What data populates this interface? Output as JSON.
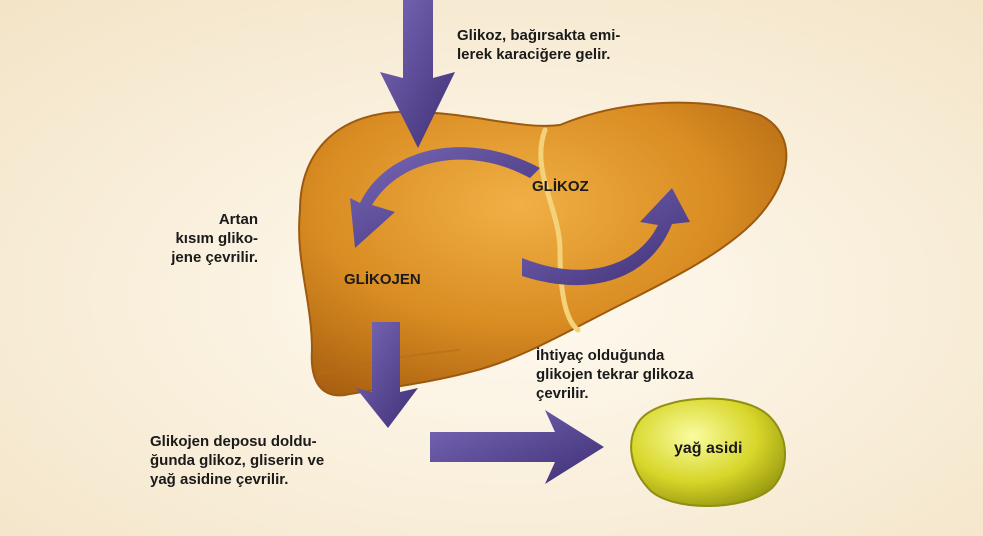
{
  "annotations": {
    "intake": "Glikoz, bağırsakta emi-\nlerek karaciğere gelir.",
    "excess": "Artan\nkısım gliko-\njene çevrilir.",
    "need": "İhtiyaç olduğunda\nglikojen tekrar glikoza\nçevrilir.",
    "full": "Glikojen deposu doldu-\nğunda glikoz, gliserin ve\nyağ asidine çevrilir."
  },
  "liver_labels": {
    "glucose": "GLİKOZ",
    "glycogen": "GLİKOJEN"
  },
  "fat_label": "yağ asidi",
  "colors": {
    "background": "#fbf3e3",
    "liver": "#d98c22",
    "arrow": "#54428f",
    "fat_droplet": "#d7d629"
  }
}
